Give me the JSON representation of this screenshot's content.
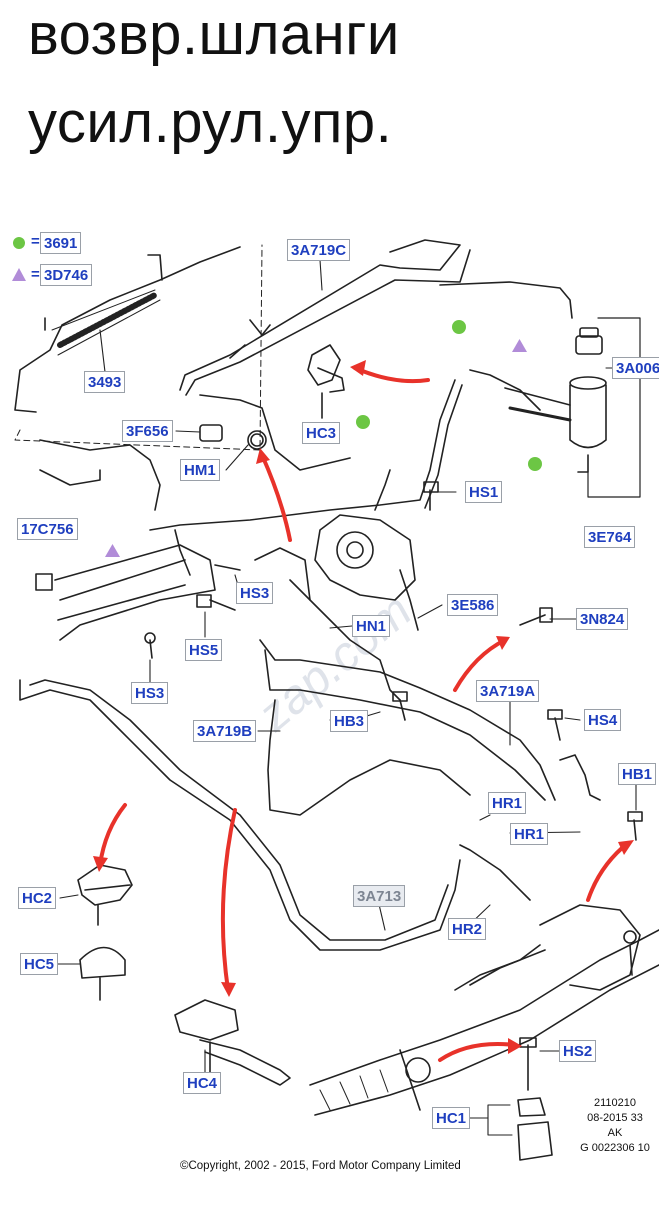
{
  "title": {
    "line1": "возвр.шланги",
    "line2": "усил.рул.упр."
  },
  "legend": [
    {
      "marker": "green-circle",
      "color": "#6cc644",
      "eq": "=",
      "code": "3691"
    },
    {
      "marker": "purple-triangle",
      "color": "#b18cd8",
      "eq": "=",
      "code": "3D746"
    }
  ],
  "callouts": {
    "3A719C": "3A719C",
    "3493": "3493",
    "3A006": "3A006",
    "3F656": "3F656",
    "HC3": "HC3",
    "HM1": "HM1",
    "HS1": "HS1",
    "17C756": "17C756",
    "3E764": "3E764",
    "HS3a": "HS3",
    "3E586": "3E586",
    "3N824": "3N824",
    "HN1": "HN1",
    "HS5": "HS5",
    "HS3b": "HS3",
    "3A719A": "3A719A",
    "HB3": "HB3",
    "HS4": "HS4",
    "3A719B": "3A719B",
    "HB1": "HB1",
    "HR1a": "HR1",
    "HR1b": "HR1",
    "HC2": "HC2",
    "3A713": "3A713",
    "HR2": "HR2",
    "HC5": "HC5",
    "HS2": "HS2",
    "HC4": "HC4",
    "HC1": "HC1"
  },
  "stamp": {
    "line1": "2110210",
    "line2": "08-2015 33",
    "line3": "AK",
    "line4": "G 0022306 10"
  },
  "watermark": "zap.com",
  "copyright": "©Copyright, 2002 - 2015, Ford Motor Company Limited",
  "colors": {
    "label_text": "#1f3fbf",
    "arrow": "#e8322a",
    "line": "#222222"
  }
}
